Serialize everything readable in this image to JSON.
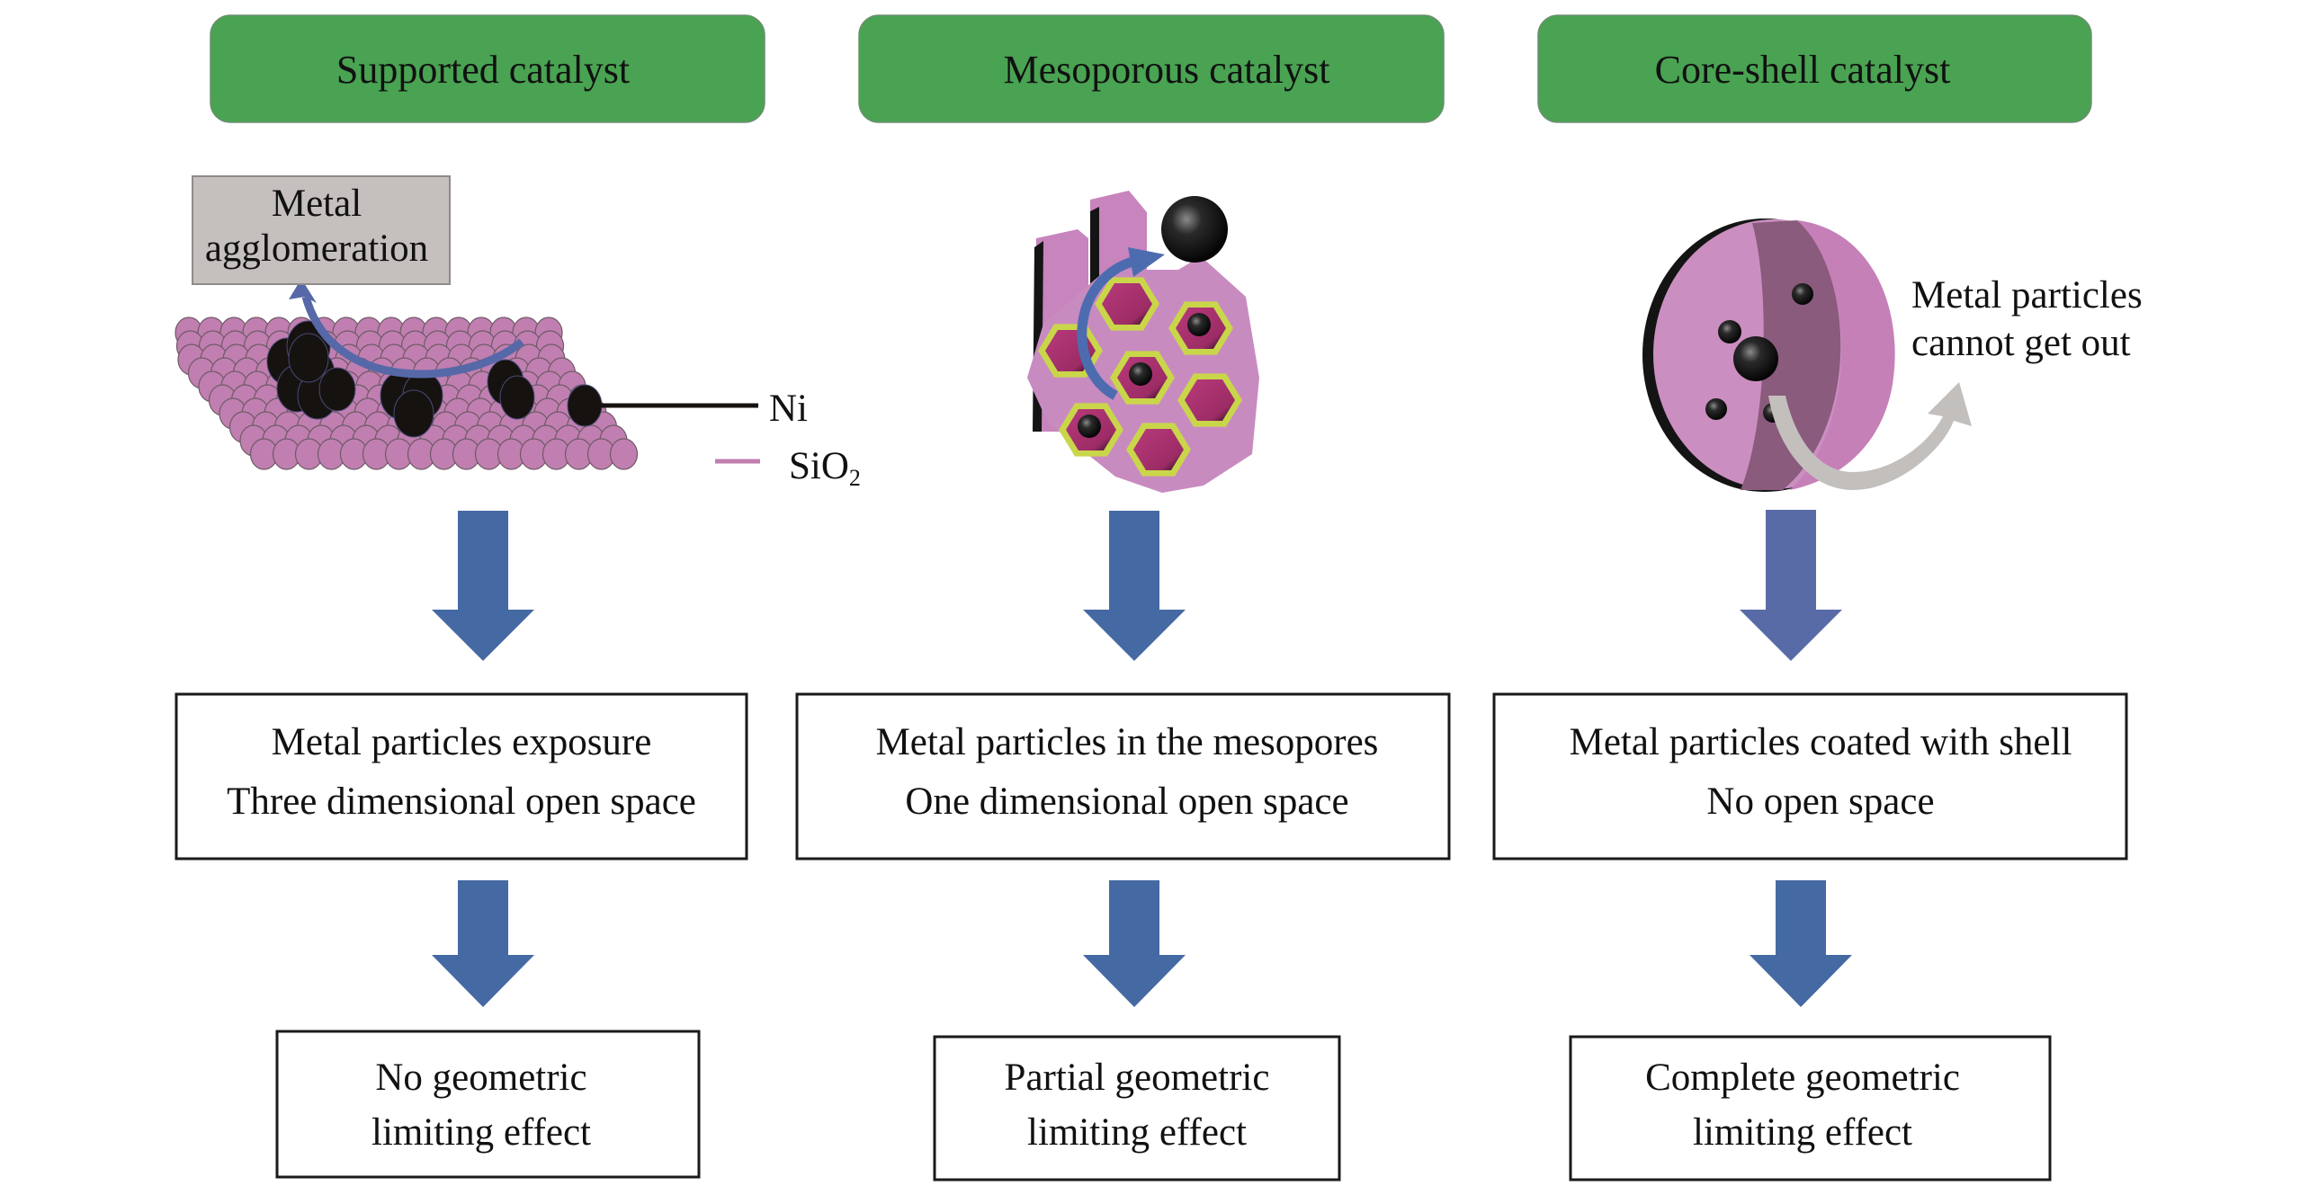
{
  "colors": {
    "header_green": "#49a352",
    "arrow_blue": "#4569a3",
    "arrow_blue_alt": "#596ba7",
    "silica_pink": "#c07fb0",
    "pore_magenta": "#a8326e",
    "pore_rim_yellow": "#c9d64a",
    "label_box_gray": "#c5c0be",
    "escape_arrow_gray": "#c3bfbd"
  },
  "columns": [
    {
      "header": "Supported catalyst",
      "illustration": {
        "callout": [
          "Metal",
          "agglomeration"
        ],
        "labels": {
          "ni": "Ni",
          "support_main": "SiO",
          "support_sub": "2"
        }
      },
      "description": [
        "Metal particles exposure",
        "Three dimensional open space"
      ],
      "effect": [
        "No geometric",
        "limiting effect"
      ]
    },
    {
      "header": "Mesoporous catalyst",
      "description": [
        "Metal particles in the mesopores",
        "One dimensional open space"
      ],
      "effect": [
        "Partial geometric",
        "limiting effect"
      ]
    },
    {
      "header": "Core-shell catalyst",
      "illustration": {
        "callout": [
          "Metal particles",
          "cannot get out"
        ]
      },
      "description": [
        "Metal particles coated with shell",
        "No open space"
      ],
      "effect": [
        "Complete geometric",
        "limiting effect"
      ]
    }
  ]
}
